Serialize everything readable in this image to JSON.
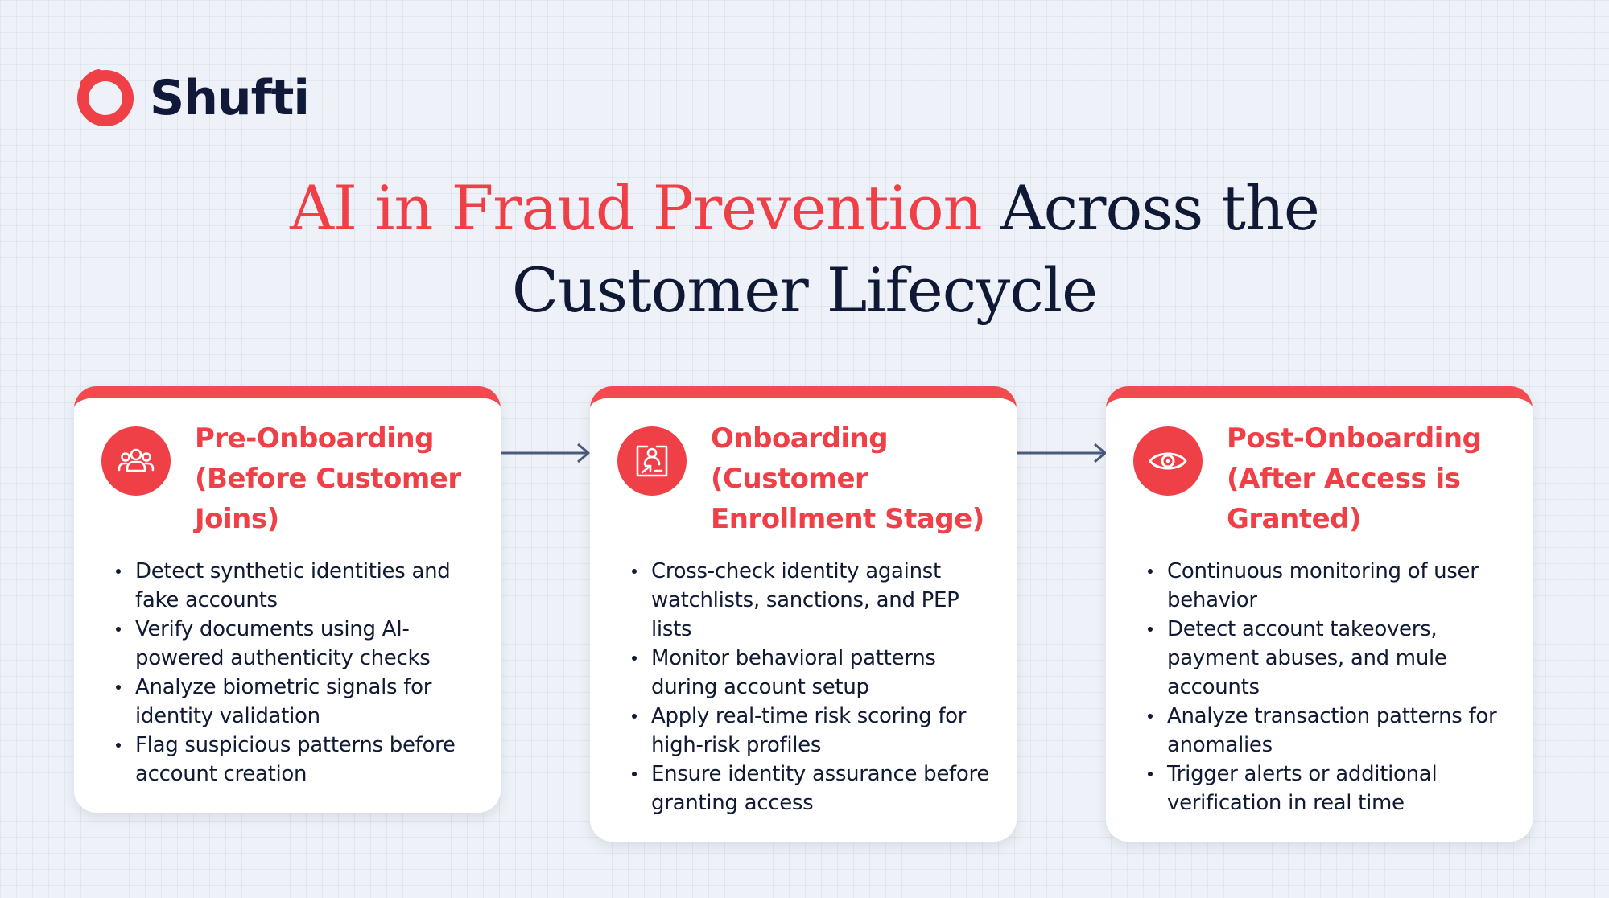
{
  "brand": {
    "name": "Shufti",
    "accent_color": "#ef3f47"
  },
  "title": {
    "accent": "AI in Fraud Prevention",
    "rest_line1": " Across the",
    "line2": "Customer Lifecycle"
  },
  "stages": [
    {
      "title": "Pre-Onboarding (Before Customer Joins)",
      "icon": "users-group-icon",
      "bullets": [
        "Detect synthetic identities and fake accounts",
        "Verify documents using AI-powered authenticity checks",
        "Analyze biometric signals for identity validation",
        "Flag suspicious patterns before account creation"
      ]
    },
    {
      "title": "Onboarding (Customer Enrollment Stage)",
      "icon": "user-enroll-icon",
      "bullets": [
        "Cross-check identity against watchlists, sanctions, and PEP lists",
        "Monitor behavioral patterns during account setup",
        "Apply real-time risk scoring for high-risk profiles",
        "Ensure identity assurance before granting access"
      ]
    },
    {
      "title": "Post-Onboarding (After Access is Granted)",
      "icon": "eye-icon",
      "bullets": [
        "Continuous monitoring of user behavior",
        "Detect account takeovers, payment abuses, and mule accounts",
        "Analyze transaction patterns for anomalies",
        "Trigger alerts or additional verification in real time"
      ]
    }
  ]
}
